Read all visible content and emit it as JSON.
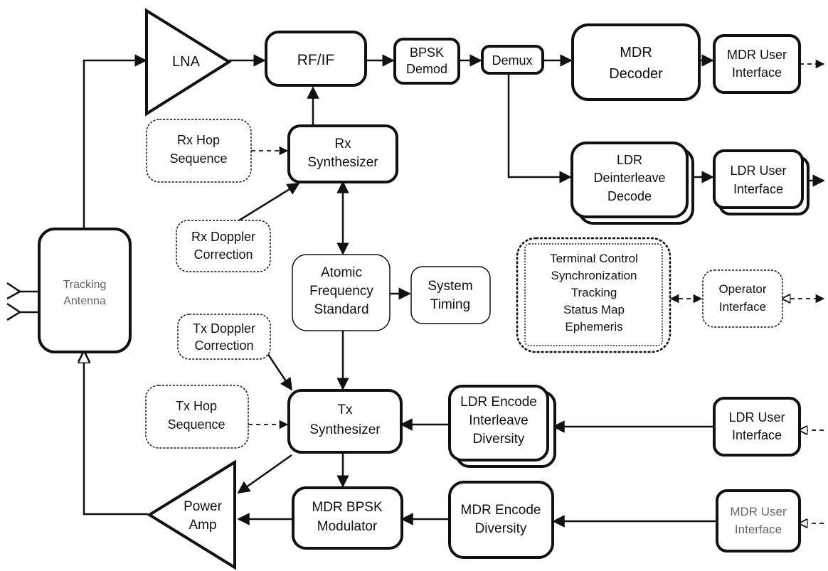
{
  "blocks": {
    "lna": "LNA",
    "rfif": "RF/IF",
    "bpsk_demod": [
      "BPSK",
      "Demod"
    ],
    "demux": "Demux",
    "mdr_decoder": [
      "MDR",
      "Decoder"
    ],
    "mdr_user_interface_rx": [
      "MDR User",
      "Interface"
    ],
    "rx_hop_sequence": [
      "Rx Hop",
      "Sequence"
    ],
    "rx_synthesizer": [
      "Rx",
      "Synthesizer"
    ],
    "ldr_deinterleave_decode": [
      "LDR",
      "Deinterleave",
      "Decode"
    ],
    "ldr_user_interface_rx": [
      "LDR User",
      "Interface"
    ],
    "rx_doppler_correction": [
      "Rx Doppler",
      "Correction"
    ],
    "tracking_antenna": [
      "Tracking",
      "Antenna"
    ],
    "atomic_frequency_standard": [
      "Atomic",
      "Frequency",
      "Standard"
    ],
    "system_timing": [
      "System",
      "Timing"
    ],
    "terminal_control": [
      "Terminal Control",
      "Synchronization",
      "Tracking",
      "Status Map",
      "Ephemeris"
    ],
    "operator_interface": [
      "Operator",
      "Interface"
    ],
    "tx_doppler_correction": [
      "Tx Doppler",
      "Correction"
    ],
    "tx_hop_sequence": [
      "Tx Hop",
      "Sequence"
    ],
    "tx_synthesizer": [
      "Tx",
      "Synthesizer"
    ],
    "ldr_encode": [
      "LDR Encode",
      "Interleave",
      "Diversity"
    ],
    "ldr_user_interface_tx": [
      "LDR User",
      "Interface"
    ],
    "power_amp": [
      "Power",
      "Amp"
    ],
    "mdr_bpsk_modulator": [
      "MDR BPSK",
      "Modulator"
    ],
    "mdr_encode": [
      "MDR Encode",
      "Diversity"
    ],
    "mdr_user_interface_tx": [
      "MDR User",
      "Interface"
    ]
  }
}
